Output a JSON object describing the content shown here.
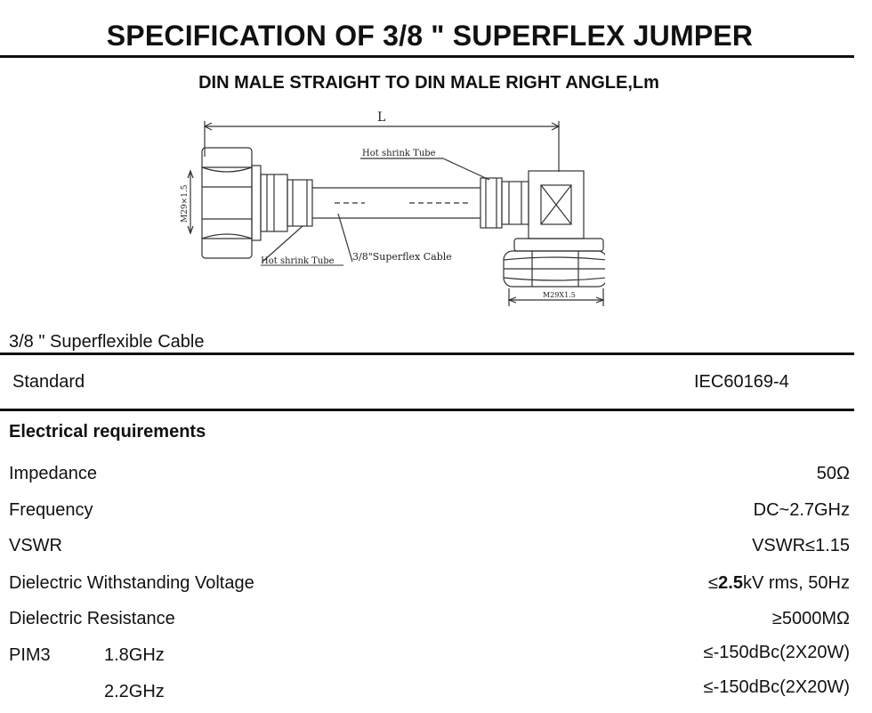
{
  "header": {
    "title": "SPECIFICATION OF 3/8 \" SUPERFLEX JUMPER",
    "subtitle": "DIN MALE STRAIGHT TO DIN MALE RIGHT ANGLE,Lm"
  },
  "drawing": {
    "length_label": "L",
    "thread_label_left": "M29×1.5",
    "thread_label_bottom": "M29X1.5",
    "hot_shrink_top": "Hot shrink Tube",
    "hot_shrink_bottom": "Hot shrink Tube",
    "cable_label": "3/8\"Superflex Cable"
  },
  "cable_section": {
    "heading": "3/8 \" Superflexible Cable",
    "standard_label": "Standard",
    "standard_value": "IEC60169-4"
  },
  "electrical": {
    "heading": "Electrical requirements",
    "impedance_label": "Impedance",
    "impedance_value": "50Ω",
    "frequency_label": "Frequency",
    "frequency_value": "DC~2.7GHz",
    "vswr_label": "VSWR",
    "vswr_value": "VSWR≤1.15",
    "dwv_label": "Dielectric Withstanding Voltage",
    "dwv_prefix": "≤",
    "dwv_bold": "2.5",
    "dwv_suffix": "kV rms, 50Hz",
    "dr_label": "Dielectric Resistance",
    "dr_value": "≥5000MΩ",
    "pim_label": "PIM3",
    "pim_freq1": "1.8GHz",
    "pim_value1": "≤-150dBc(2X20W)",
    "pim_freq2": "2.2GHz",
    "pim_value2": "≤-150dBc(2X20W)"
  }
}
